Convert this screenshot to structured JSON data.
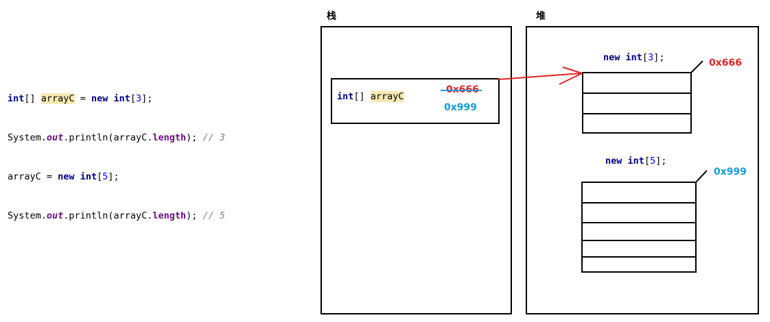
{
  "code": {
    "line1": {
      "kw1": "int",
      "t1": "[] ",
      "var": "arrayC",
      "t2": " = ",
      "kw2": "new",
      "t3": " ",
      "kw3": "int",
      "t4": "[",
      "num": "3",
      "t5": "];"
    },
    "line2": {
      "t1": "System.",
      "field": "out",
      "t2": ".println(arrayC.",
      "prop": "length",
      "t3": "); ",
      "comment": "// 3"
    },
    "line3": {
      "t1": "arrayC = ",
      "kw1": "new",
      "t2": " ",
      "kw2": "int",
      "t3": "[",
      "num": "5",
      "t4": "];"
    },
    "line4": {
      "t1": "System.",
      "field": "out",
      "t2": ".println(arrayC.",
      "prop": "length",
      "t3": "); ",
      "comment": "// 5"
    }
  },
  "stack": {
    "title": "栈",
    "variable": {
      "type": "int",
      "brackets": "[] ",
      "name": "arrayC"
    },
    "old_address": "0x666",
    "new_address": "0x999"
  },
  "heap": {
    "title": "堆",
    "array1": {
      "kw1": "new",
      "kw2": "int",
      "open": "[",
      "size": "3",
      "close": "];",
      "address": "0x666",
      "cells": 3
    },
    "array2": {
      "kw1": "new",
      "kw2": "int",
      "open": "[",
      "size": "5",
      "close": "];",
      "address": "0x999",
      "cells": 5
    }
  },
  "colors": {
    "keyword": "#000080",
    "number": "#0000ff",
    "field": "#660e7a",
    "comment": "#808080",
    "highlight": "#f7e9b3",
    "address_old": "#e02424",
    "address_new": "#1a9ad8",
    "arrow": "#e02424"
  }
}
